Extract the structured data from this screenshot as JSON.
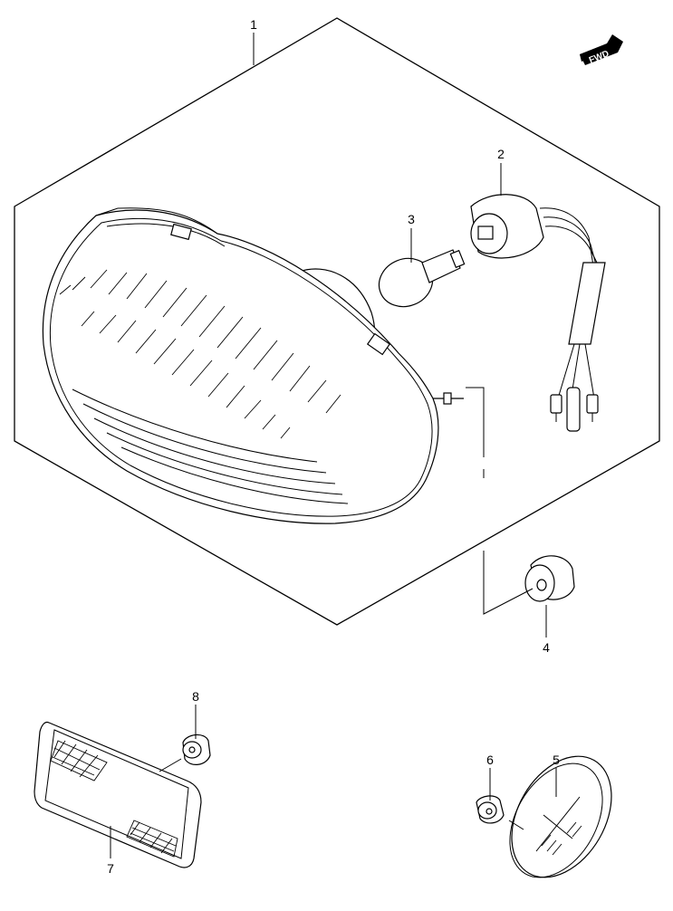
{
  "diagram": {
    "direction_badge": {
      "label": "FWD",
      "icon": "forward-arrow-icon"
    },
    "callouts": [
      {
        "id": "callout-1",
        "number": "1"
      },
      {
        "id": "callout-2",
        "number": "2"
      },
      {
        "id": "callout-3",
        "number": "3"
      },
      {
        "id": "callout-4",
        "number": "4"
      },
      {
        "id": "callout-5",
        "number": "5"
      },
      {
        "id": "callout-6",
        "number": "6"
      },
      {
        "id": "callout-7",
        "number": "7"
      },
      {
        "id": "callout-8",
        "number": "8"
      }
    ]
  }
}
